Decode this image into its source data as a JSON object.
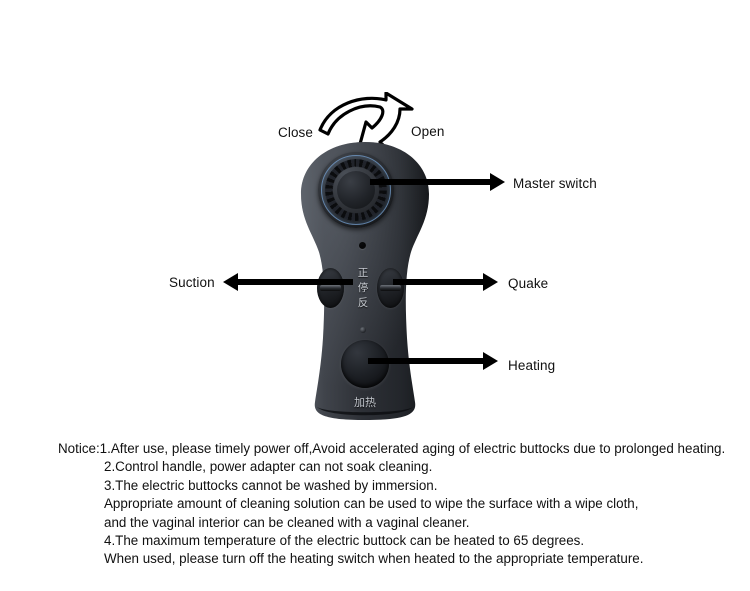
{
  "meta": {
    "title": "Electric buttocks control handle instruction diagram",
    "background_color": "#ffffff",
    "arrow_color": "#000000",
    "label_color": "#111111",
    "device_color": "#2b2e33",
    "knob_ring_color": "#78a5d7"
  },
  "rotation_callout": {
    "close_label": "Close",
    "open_label": "Open",
    "icon": "curved-rotation-arrow"
  },
  "callouts": [
    {
      "name": "master-switch",
      "label": "Master switch",
      "direction": "right",
      "target": "rotary-knob"
    },
    {
      "name": "quake",
      "label": "Quake",
      "direction": "right",
      "target": "right-switch"
    },
    {
      "name": "heating",
      "label": "Heating",
      "direction": "right",
      "target": "heat-button"
    },
    {
      "name": "suction",
      "label": "Suction",
      "direction": "left",
      "target": "left-switch"
    }
  ],
  "device": {
    "name": "control-handle",
    "knob": {
      "name": "rotary-knob",
      "type": "ridged-dial"
    },
    "switch_labels": [
      "正",
      "停",
      "反"
    ],
    "heat_button_label": "加热",
    "indicators": [
      "pinhole",
      "led"
    ]
  },
  "notice": {
    "lines": [
      {
        "text": "Notice:1.After use, please timely power off,Avoid accelerated aging of electric buttocks due to prolonged heating.",
        "indent": false
      },
      {
        "text": "2.Control handle, power adapter can not soak cleaning.",
        "indent": true
      },
      {
        "text": "3.The electric buttocks cannot be washed by immersion.",
        "indent": true
      },
      {
        "text": "Appropriate amount of cleaning solution can be used to wipe the surface with a wipe cloth,",
        "indent": true
      },
      {
        "text": "and the vaginal interior can be cleaned with a vaginal cleaner.",
        "indent": true
      },
      {
        "text": "4.The maximum temperature of the electric buttock can be heated to 65 degrees.",
        "indent": true
      },
      {
        "text": "When used, please turn off the heating switch when heated to the appropriate temperature.",
        "indent": true
      }
    ]
  }
}
